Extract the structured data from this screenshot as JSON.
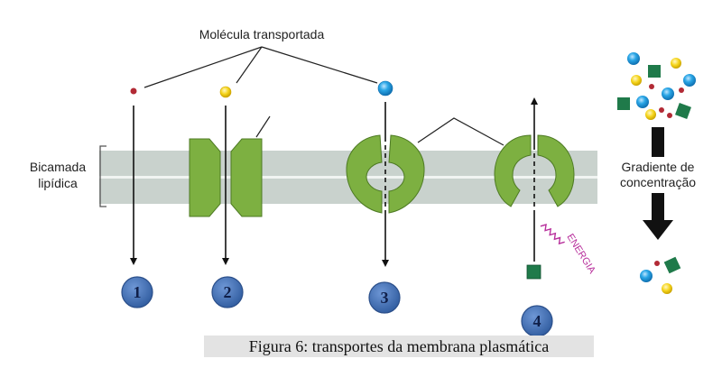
{
  "labels": {
    "transported_molecule": "Molécula transportada",
    "bilayer_line1": "Bicamada",
    "bilayer_line2": "lipídica",
    "gradient_line1": "Gradiente de",
    "gradient_line2": "concentração",
    "energy": "ENERGIA"
  },
  "steps": [
    {
      "number": "1"
    },
    {
      "number": "2"
    },
    {
      "number": "3"
    },
    {
      "number": "4"
    }
  ],
  "caption": "Figura 6: transportes da membrana plasmática",
  "colors": {
    "membrane": "#c9d2cd",
    "protein": "#7db041",
    "protein_dark": "#4d7a23",
    "circle": "#4a78bf",
    "arrow": "#111111",
    "energy": "#b8309c",
    "molecule_red": "#b22a35",
    "molecule_yellow": "#f4d21c",
    "molecule_blue": "#1f9fe0",
    "molecule_green": "#1f7a4a"
  }
}
